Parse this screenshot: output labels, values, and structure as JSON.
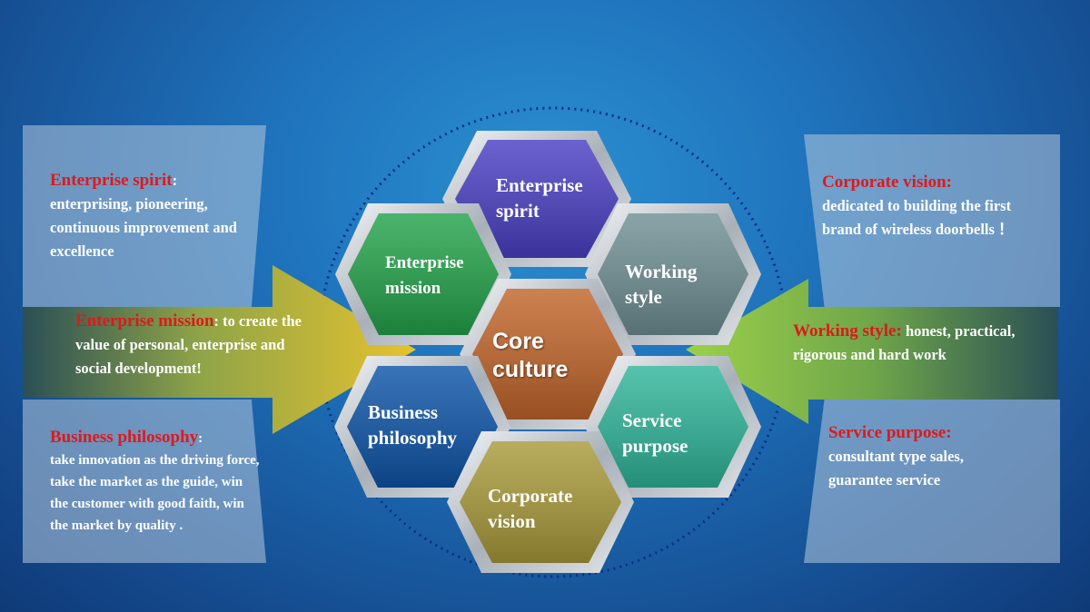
{
  "left": {
    "spirit": {
      "heading": "Enterprise spirit",
      "text": "enterprising, pioneering, continuous improvement and excellence"
    },
    "mission": {
      "heading": "Enterprise mission",
      "text": "to create the value of personal, enterprise and social development!"
    },
    "philosophy": {
      "heading": "Business philosophy",
      "text": "take innovation as the driving force, take the market as the guide, win the customer with good faith, win the market by quality ."
    }
  },
  "right": {
    "vision": {
      "heading": "Corporate vision:",
      "text": "dedicated to building the first brand of wireless doorbells ！"
    },
    "style": {
      "heading": "Working style:",
      "text": "honest, practical, rigorous and hard work"
    },
    "purpose": {
      "heading": "Service purpose:",
      "text": "consultant type sales, guarantee service"
    }
  },
  "hexagons": {
    "spirit": {
      "line1": "Enterprise",
      "line2": "spirit",
      "color": "#4a3fc4"
    },
    "mission": {
      "line1": "Enterprise",
      "line2": "mission",
      "color": "#23a34a"
    },
    "working": {
      "line1": "Working",
      "line2": "style",
      "color": "#6f8f94"
    },
    "core": {
      "line1": "Core",
      "line2": "culture",
      "color": "#c2652a"
    },
    "business": {
      "line1": "Business",
      "line2": "philosophy",
      "color": "#0d54a8"
    },
    "service": {
      "line1": "Service",
      "line2": "purpose",
      "color": "#2fb59a"
    },
    "vision": {
      "line1": "Corporate",
      "line2": "vision",
      "color": "#a99a3a"
    }
  }
}
